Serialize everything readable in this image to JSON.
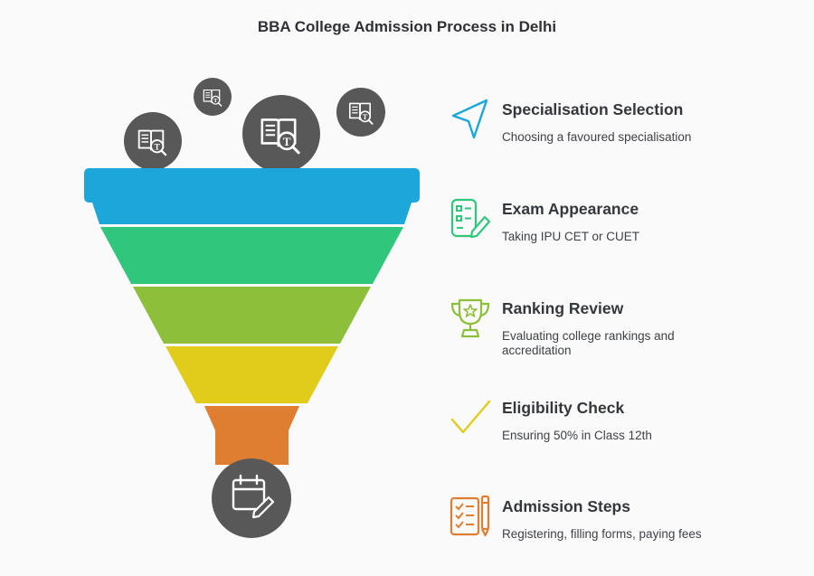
{
  "title": "BBA College Admission Process in Delhi",
  "colors": {
    "stage1": "#1ca6da",
    "stage2": "#30c77d",
    "stage3": "#8dbf3a",
    "stage4": "#e1cb1b",
    "stage5": "#df7d31",
    "bubble": "#585858"
  },
  "bubble_icons": [
    "book-search-icon",
    "book-search-icon",
    "book-search-icon",
    "book-search-icon"
  ],
  "bottom_icon": "calendar-edit-icon",
  "steps": [
    {
      "heading": "Specialisation Selection",
      "description": "Choosing a favoured specialisation",
      "icon": "cursor-arrow-icon",
      "color": "#1ca6da"
    },
    {
      "heading": "Exam Appearance",
      "description": "Taking IPU CET or CUET",
      "icon": "exam-sheet-pen-icon",
      "color": "#30c77d"
    },
    {
      "heading": "Ranking Review",
      "description": "Evaluating college rankings and accreditation",
      "icon": "trophy-icon",
      "color": "#8dbf3a"
    },
    {
      "heading": "Eligibility Check",
      "description": "Ensuring 50% in Class 12th",
      "icon": "checkmark-icon",
      "color": "#e1cb1b"
    },
    {
      "heading": "Admission Steps",
      "description": "Registering, filling forms, paying fees",
      "icon": "checklist-pen-icon",
      "color": "#df7d31"
    }
  ]
}
